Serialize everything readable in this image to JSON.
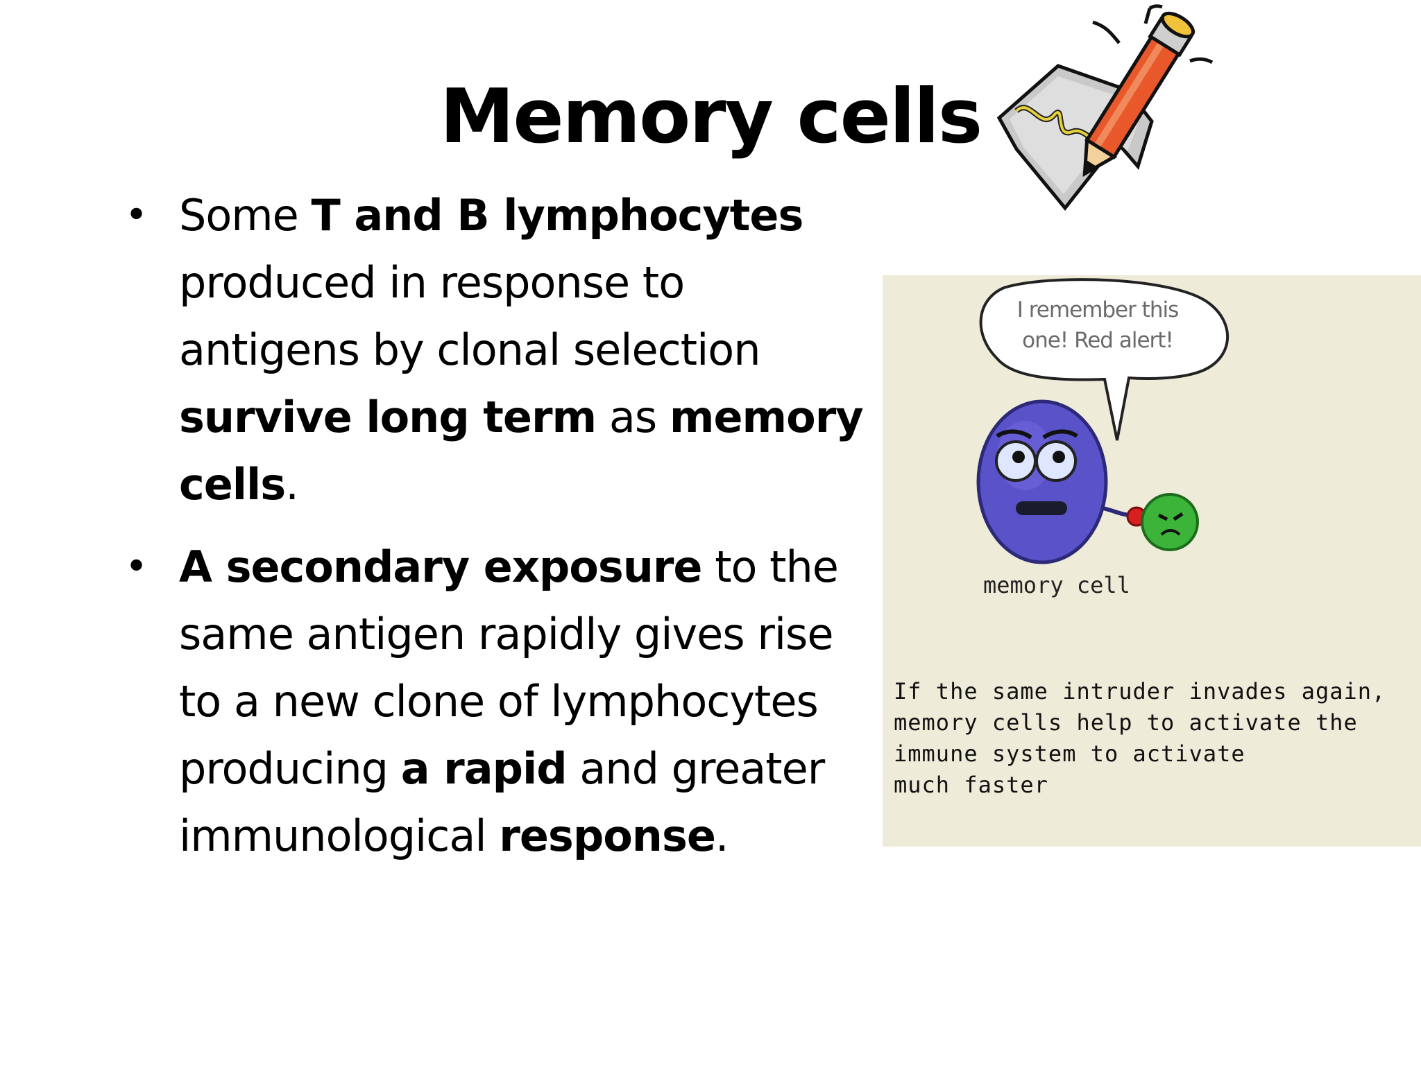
{
  "slide": {
    "title": "Memory cells",
    "bullets": [
      {
        "segments": [
          {
            "text": "Some ",
            "bold": false
          },
          {
            "text": "T and B lymphocytes",
            "bold": true
          },
          {
            "text": " produced in response to antigens by clonal selection ",
            "bold": false
          },
          {
            "text": "survive long term",
            "bold": true
          },
          {
            "text": " as ",
            "bold": false
          },
          {
            "text": "memory cells",
            "bold": true
          },
          {
            "text": ".",
            "bold": false
          }
        ]
      },
      {
        "segments": [
          {
            "text": "A secondary exposure",
            "bold": true
          },
          {
            "text": " to the same antigen rapidly gives rise to a new clone of lymphocytes producing ",
            "bold": false
          },
          {
            "text": "a rapid",
            "bold": true
          },
          {
            "text": " and greater immunological ",
            "bold": false
          },
          {
            "text": "response",
            "bold": true
          },
          {
            "text": ".",
            "bold": false
          }
        ]
      }
    ]
  },
  "illustration": {
    "speech_bubble": "I remember this one! Red alert!",
    "cell_label": "memory cell",
    "caption_lines": [
      "If the same intruder invades again,",
      "memory cells help to activate the",
      "immune system to activate",
      "much faster"
    ],
    "colors": {
      "panel_background": "#efebd9",
      "memory_cell": "#5a52c8",
      "antigen": "#3cb43a",
      "pencil": "#e8582a"
    }
  },
  "icons": {
    "clipart": "pencil-writing-note-icon"
  }
}
